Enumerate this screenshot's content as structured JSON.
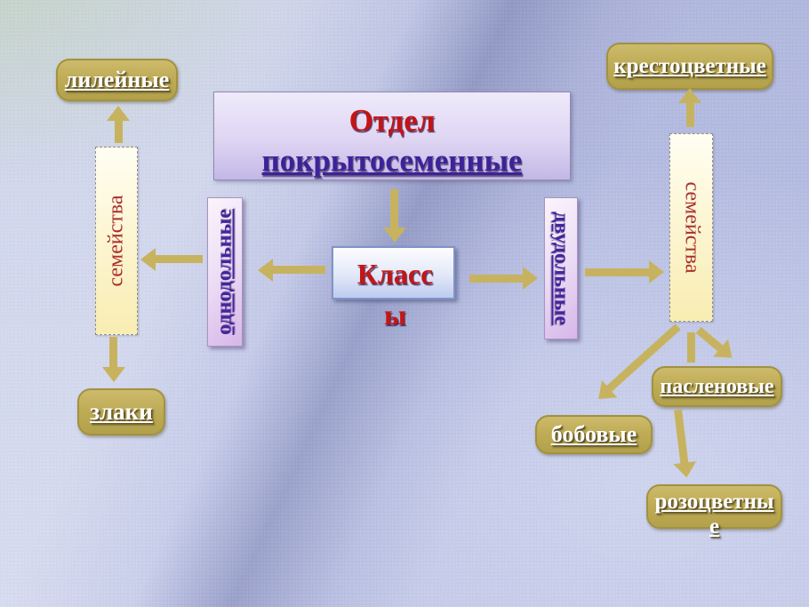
{
  "title": {
    "top": "Отдел",
    "bottom": "покрытосеменные"
  },
  "classes": {
    "label": "Классы",
    "line1": "Класс",
    "line2": "ы"
  },
  "left": {
    "klass": "однодольные",
    "families": "семейства",
    "leaf_top": "лилейные",
    "leaf_bottom": "злаки"
  },
  "right": {
    "klass": "двудольные",
    "families": "семейства",
    "leaf_top": "крестоцветные",
    "leaf_paslenovye": "пасленовые",
    "leaf_bobovye": "бобовые",
    "leaf_bottom_label": "розоцветные",
    "leaf_bottom_line1": "розоцветны",
    "leaf_bottom_line2": "е"
  },
  "colors": {
    "background": "#b8bfe2",
    "arrow": "#c7b35f",
    "leaf_box": "#bfac56",
    "title_red": "#c41414",
    "title_purple": "#3c2399",
    "class_text": "#43259c",
    "families_text": "#a93030",
    "leaf_text": "#ffffff"
  }
}
